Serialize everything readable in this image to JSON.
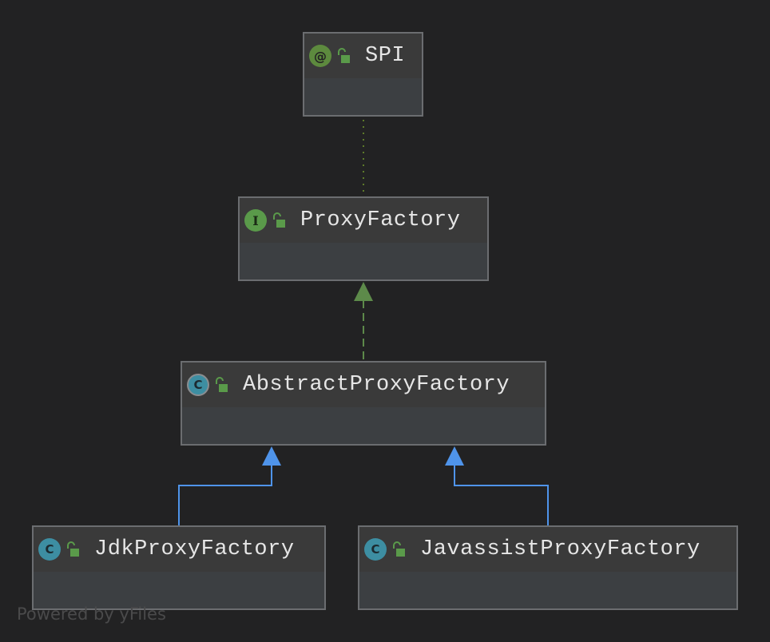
{
  "nodes": [
    {
      "id": "spi",
      "label": "SPI",
      "kind": "annotation",
      "kind_glyph": "@",
      "visibility_icon": "unlocked-icon"
    },
    {
      "id": "proxy-factory",
      "label": "ProxyFactory",
      "kind": "interface",
      "kind_glyph": "I",
      "visibility_icon": "unlocked-icon"
    },
    {
      "id": "abstract-proxy-factory",
      "label": "AbstractProxyFactory",
      "kind": "abstract-class",
      "kind_glyph": "C",
      "visibility_icon": "unlocked-icon"
    },
    {
      "id": "jdk-proxy-factory",
      "label": "JdkProxyFactory",
      "kind": "class",
      "kind_glyph": "C",
      "visibility_icon": "unlocked-icon"
    },
    {
      "id": "javassist-proxy-factory",
      "label": "JavassistProxyFactory",
      "kind": "class",
      "kind_glyph": "C",
      "visibility_icon": "unlocked-icon"
    }
  ],
  "edges": [
    {
      "from": "proxy-factory",
      "to": "spi",
      "type": "annotated-by",
      "style": "dotted",
      "color": "#5d7a2a"
    },
    {
      "from": "abstract-proxy-factory",
      "to": "proxy-factory",
      "type": "implements",
      "style": "dashed",
      "color": "#5d8a4a"
    },
    {
      "from": "jdk-proxy-factory",
      "to": "abstract-proxy-factory",
      "type": "extends",
      "style": "solid",
      "color": "#4f94ea"
    },
    {
      "from": "javassist-proxy-factory",
      "to": "abstract-proxy-factory",
      "type": "extends",
      "style": "solid",
      "color": "#4f94ea"
    }
  ],
  "colors": {
    "background": "#222223",
    "node_border": "#6b6d70",
    "node_fill": "#3c3f42",
    "label_text": "#e6e6e6",
    "icon_green": "#5a9a4a",
    "icon_teal": "#3d8ea2"
  },
  "watermark": "Powered by yFiles"
}
